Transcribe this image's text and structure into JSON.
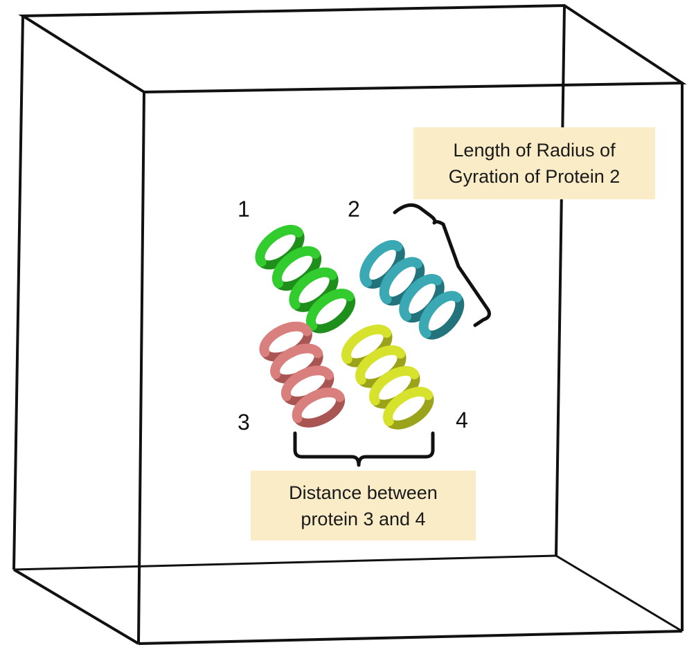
{
  "proteins": [
    {
      "id": "1",
      "label": "1",
      "color": "#33cc2e",
      "dark": "#1f8f1c"
    },
    {
      "id": "2",
      "label": "2",
      "color": "#3aa9b4",
      "dark": "#22737b"
    },
    {
      "id": "3",
      "label": "3",
      "color": "#d9807e",
      "dark": "#a85553"
    },
    {
      "id": "4",
      "label": "4",
      "color": "#d6e22c",
      "dark": "#9aa31a"
    }
  ],
  "annotations": {
    "radius": {
      "line1": "Length of Radius of",
      "line2": "Gyration of Protein 2"
    },
    "distance": {
      "line1": "Distance between",
      "line2": "protein 3 and 4"
    }
  },
  "colors": {
    "box_line": "#111111",
    "callout_bg": "#fbecc8"
  }
}
